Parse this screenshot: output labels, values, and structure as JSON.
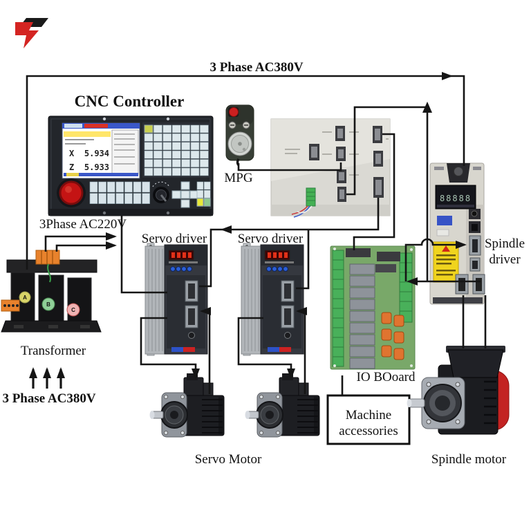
{
  "diagram": {
    "top_power_label": "3 Phase AC380V",
    "cnc_controller": {
      "title": "CNC Controller",
      "screen": {
        "x_axis": "X",
        "x_value": "5.934",
        "z_axis": "Z",
        "z_value": "5.933"
      }
    },
    "mpg_label": "MPG",
    "ac220_label": "3Phase AC220V",
    "transformer": {
      "label": "Transformer",
      "input_label": "3 Phase AC380V",
      "phases": [
        "A",
        "B",
        "C"
      ]
    },
    "servo_driver1_label": "Servo driver",
    "servo_driver2_label": "Servo driver",
    "servo_motor_label": "Servo Motor",
    "io_board_label": "IO BOoard",
    "machine_accessories": {
      "line1": "Machine",
      "line2": "accessories"
    },
    "spindle_driver": {
      "line1": "Spindle",
      "line2": "driver",
      "display": "88888"
    },
    "spindle_motor_label": "Spindle motor",
    "colors": {
      "line": "#151515",
      "estop_red": "#c41414",
      "terminal_orange": "#e8822c",
      "pcb_green": "#79a869",
      "warning_yellow": "#f0d41e",
      "logo_red": "#d42422",
      "logo_black": "#1a1a1a"
    }
  }
}
